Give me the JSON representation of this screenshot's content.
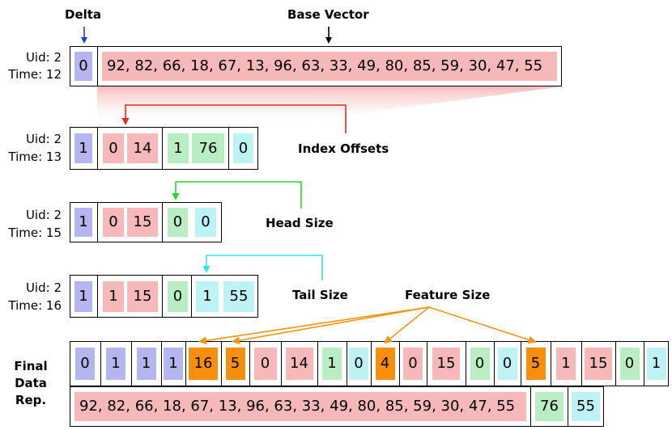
{
  "colors": {
    "purple": "#b5b5f0",
    "pink": "#f6b8b8",
    "green": "#b9eec2",
    "cyan": "#bdf3f5",
    "orange": "#f78e0c",
    "delta_arrow": "#1a3fe0",
    "index_arrow": "#e8281c",
    "head_arrow": "#22d822",
    "tail_arrow": "#32e2f0",
    "feature_arrow": "#f2950e"
  },
  "labels": {
    "delta": "Delta",
    "base_vector": "Base Vector",
    "index_offsets": "Index Offsets",
    "head_size": "Head Size",
    "tail_size": "Tail Size",
    "feature_size": "Feature Size",
    "final_line1": "Final",
    "final_line2": "Data",
    "final_line3": "Rep."
  },
  "records": [
    {
      "uid": "Uid: 2",
      "time": "Time: 12",
      "cells": [
        {
          "text": "0",
          "color": "purple"
        },
        {
          "text": "92, 82, 66, 18, 67, 13, 96, 63, 33, 49, 80, 85, 59, 30, 47, 55",
          "color": "pink"
        }
      ]
    },
    {
      "uid": "Uid: 2",
      "time": "Time: 13",
      "cells": [
        {
          "text": "1",
          "color": "purple"
        },
        {
          "text": "0",
          "color": "pink"
        },
        {
          "text": "14",
          "color": "pink"
        },
        {
          "text": "1",
          "color": "green"
        },
        {
          "text": "76",
          "color": "green"
        },
        {
          "text": "0",
          "color": "cyan"
        }
      ]
    },
    {
      "uid": "Uid: 2",
      "time": "Time: 15",
      "cells": [
        {
          "text": "1",
          "color": "purple"
        },
        {
          "text": "0",
          "color": "pink"
        },
        {
          "text": "15",
          "color": "pink"
        },
        {
          "text": "0",
          "color": "green"
        },
        {
          "text": "0",
          "color": "cyan"
        }
      ]
    },
    {
      "uid": "Uid: 2",
      "time": "Time: 16",
      "cells": [
        {
          "text": "1",
          "color": "purple"
        },
        {
          "text": "1",
          "color": "pink"
        },
        {
          "text": "15",
          "color": "pink"
        },
        {
          "text": "0",
          "color": "green"
        },
        {
          "text": "1",
          "color": "cyan"
        },
        {
          "text": "55",
          "color": "cyan"
        }
      ]
    }
  ],
  "final": {
    "row1": [
      {
        "text": "0",
        "color": "purple"
      },
      {
        "text": "1",
        "color": "purple"
      },
      {
        "text": "1",
        "color": "purple"
      },
      {
        "text": "1",
        "color": "purple"
      },
      {
        "text": "16",
        "color": "orange"
      },
      {
        "text": "5",
        "color": "orange"
      },
      {
        "text": "0",
        "color": "pink"
      },
      {
        "text": "14",
        "color": "pink"
      },
      {
        "text": "1",
        "color": "green"
      },
      {
        "text": "0",
        "color": "cyan"
      },
      {
        "text": "4",
        "color": "orange"
      },
      {
        "text": "0",
        "color": "pink"
      },
      {
        "text": "15",
        "color": "pink"
      },
      {
        "text": "0",
        "color": "green"
      },
      {
        "text": "0",
        "color": "cyan"
      },
      {
        "text": "5",
        "color": "orange"
      },
      {
        "text": "1",
        "color": "pink"
      },
      {
        "text": "15",
        "color": "pink"
      },
      {
        "text": "0",
        "color": "green"
      },
      {
        "text": "1",
        "color": "cyan"
      }
    ],
    "row2": [
      {
        "text": "92, 82, 66, 18, 67, 13, 96, 63, 33, 49, 80, 85, 59, 30, 47, 55",
        "color": "pink"
      },
      {
        "text": "76",
        "color": "green"
      },
      {
        "text": "55",
        "color": "cyan"
      }
    ]
  }
}
